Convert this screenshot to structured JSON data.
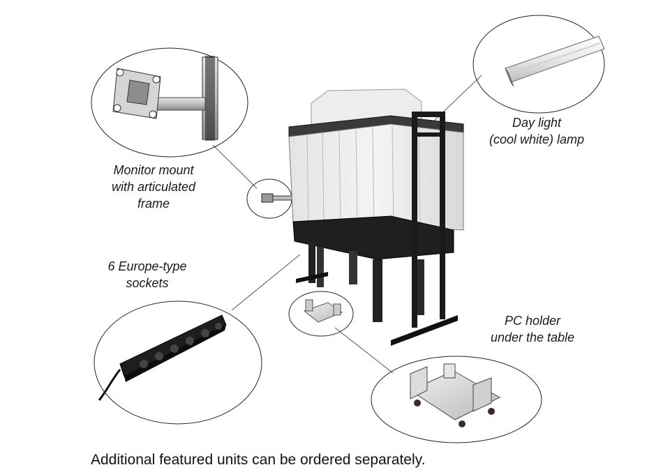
{
  "callouts": {
    "monitor_mount": {
      "lines": [
        "Monitor mount",
        "with articulated",
        "frame"
      ]
    },
    "lamp": {
      "lines": [
        "Day light",
        "(cool white) lamp"
      ]
    },
    "sockets": {
      "lines": [
        "6 Europe-type",
        "sockets"
      ]
    },
    "pc_holder": {
      "lines": [
        "PC holder",
        "under the table"
      ]
    }
  },
  "footer": {
    "note": "Additional featured units can be ordered separately."
  },
  "icons": {
    "equipment": "workbench-cabinet-icon",
    "monitor_mount": "monitor-mount-icon",
    "lamp": "lamp-tube-icon",
    "power_strip": "power-strip-icon",
    "pc_holder": "pc-holder-icon"
  }
}
